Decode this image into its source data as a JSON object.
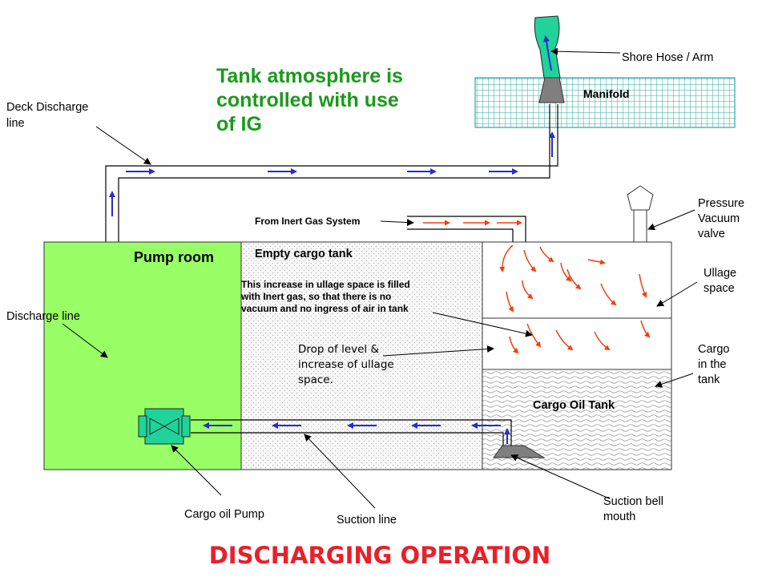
{
  "headline": [
    "Tank atmosphere is",
    "controlled with use",
    "of IG"
  ],
  "footer_title": "DISCHARGING OPERATION",
  "labels": {
    "shore_hose": "Shore Hose / Arm",
    "manifold": "Manifold",
    "deck_discharge": [
      "Deck Discharge",
      "line"
    ],
    "from_ig": "From Inert Gas System",
    "pressure_vacuum": [
      "Pressure",
      "Vacuum",
      "valve"
    ],
    "pump_room": "Pump room",
    "empty_cargo_tank": "Empty cargo tank",
    "ig_note": [
      "This increase in ullage space is filled",
      "with Inert gas, so that there is no",
      "vacuum and no ingress of air in tank"
    ],
    "ullage_space": [
      "Ullage",
      "space"
    ],
    "discharge_line": "Discharge  line",
    "drop_of_level": [
      "Drop of level &",
      "increase of ullage",
      "space."
    ],
    "cargo_in_tank": [
      "Cargo",
      "in the",
      "tank"
    ],
    "cargo_oil_tank": "Cargo Oil Tank",
    "suction_bell": [
      "Suction bell",
      "mouth"
    ],
    "cargo_oil_pump": "Cargo oil Pump",
    "suction_line": "Suction line"
  },
  "colors": {
    "pump_room_fill": "#99ff66",
    "pump_fill": "#1fd39a",
    "flow_arrow": "#2a2ad0",
    "ig_arrow": "#f04010",
    "grid_line": "#2aa8a0",
    "headline": "#1a9a1a",
    "footer": "#e8202a"
  }
}
